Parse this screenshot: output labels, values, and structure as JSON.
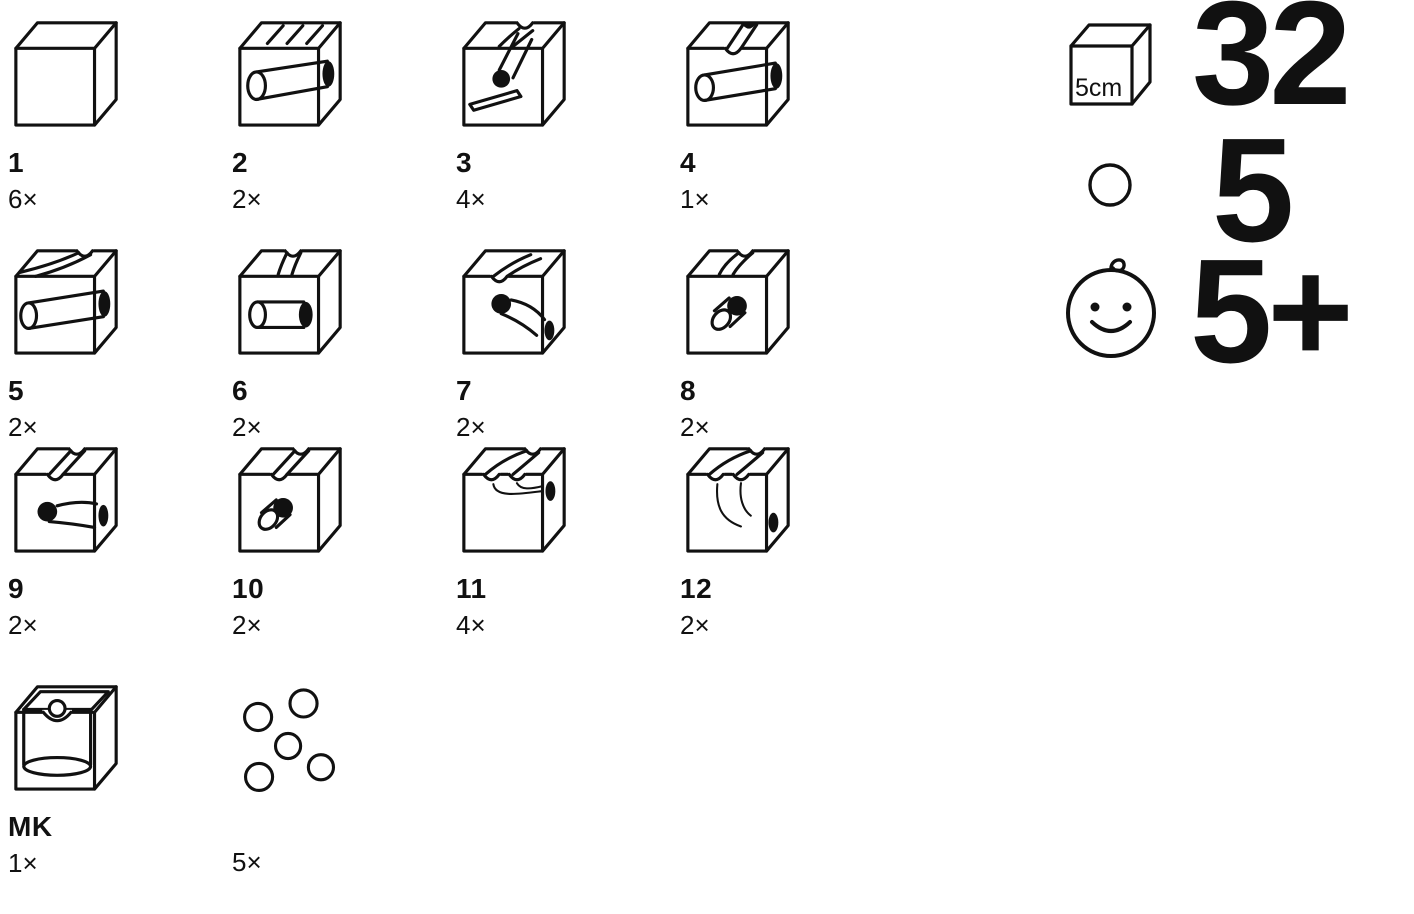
{
  "page": {
    "background": "#ffffff",
    "ink": "#111111"
  },
  "items": [
    {
      "number": "1",
      "count": "6×",
      "icon": "cube-plain-icon"
    },
    {
      "number": "2",
      "count": "2×",
      "icon": "cube-straight-tunnel-icon"
    },
    {
      "number": "3",
      "count": "4×",
      "icon": "cube-curve-ball-ramp-icon"
    },
    {
      "number": "4",
      "count": "1×",
      "icon": "cube-groove-and-tunnel-icon"
    },
    {
      "number": "5",
      "count": "2×",
      "icon": "cube-curve-groove-tunnel-icon"
    },
    {
      "number": "6",
      "count": "2×",
      "icon": "cube-center-groove-tunnel-icon"
    },
    {
      "number": "7",
      "count": "2×",
      "icon": "cube-curve-drop-tunnel-icon"
    },
    {
      "number": "8",
      "count": "2×",
      "icon": "cube-curve-hole-icon"
    },
    {
      "number": "9",
      "count": "2×",
      "icon": "cube-groove-ball-curve-icon"
    },
    {
      "number": "10",
      "count": "2×",
      "icon": "cube-groove-hole-icon"
    },
    {
      "number": "11",
      "count": "4×",
      "icon": "cube-double-groove-curve-icon"
    },
    {
      "number": "12",
      "count": "2×",
      "icon": "cube-double-groove-drop-icon"
    },
    {
      "number": "MK",
      "count": "1×",
      "icon": "cube-catch-box-icon"
    }
  ],
  "marbles": {
    "count": "5×",
    "icon": "marbles-icon"
  },
  "summary": {
    "cube": {
      "size_label": "5cm",
      "value": "32",
      "icon": "cube-size-icon"
    },
    "marble": {
      "value": "5",
      "icon": "marble-icon"
    },
    "age": {
      "value": "5+",
      "icon": "baby-face-icon"
    }
  }
}
